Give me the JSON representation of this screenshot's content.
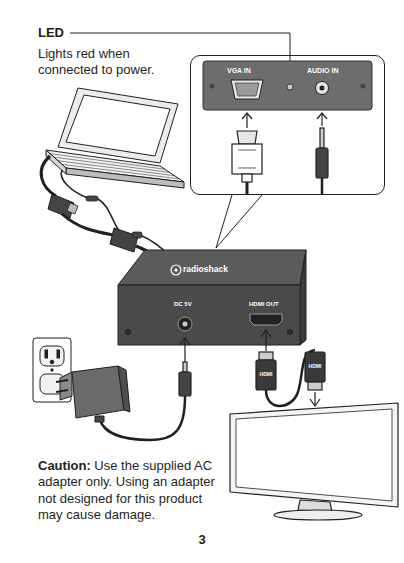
{
  "diagram": {
    "nodes": [
      {
        "text": [
          "VGA IN",
          "AUDIO IN"
        ]
      },
      {
        "text": [
          "radioshack",
          "DC 5V",
          "HDMI OUT"
        ]
      }
    ],
    "edges": [
      {
        "from": 0,
        "to": 1,
        "arrow": "none"
      }
    ],
    "labels": [
      "LED",
      "Lights red when connected to power.",
      "Caution:",
      "Use the supplied AC adapter only. Using an adapter not designed for this product may cause damage.",
      "HDMI",
      "HDMI",
      "3"
    ]
  }
}
